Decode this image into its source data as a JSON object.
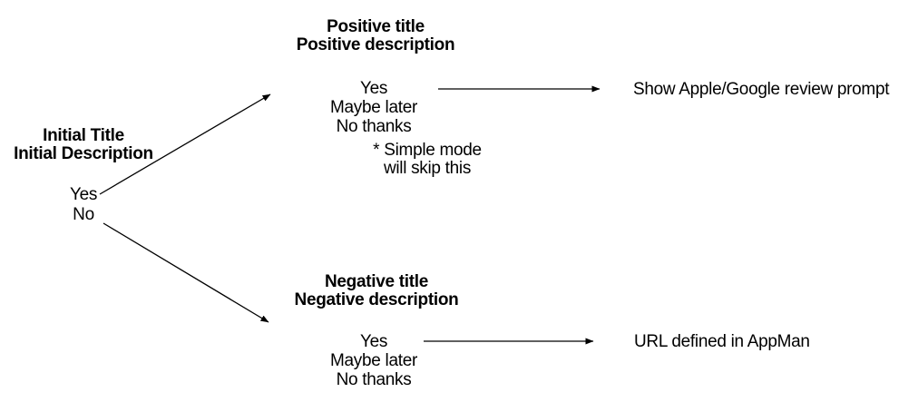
{
  "diagram": {
    "colors": {
      "background": "#ffffff",
      "text": "#000000",
      "arrow": "#000000"
    },
    "nodes": {
      "initial": {
        "title": "Initial Title",
        "description": "Initial Description",
        "options": [
          "Yes",
          "No"
        ]
      },
      "positive": {
        "title": "Positive title",
        "description": "Positive description",
        "options": [
          "Yes",
          "Maybe later",
          "No thanks"
        ],
        "note": {
          "line1": "* Simple mode",
          "line2": "will skip this"
        }
      },
      "negative": {
        "title": "Negative title",
        "description": "Negative description",
        "options": [
          "Yes",
          "Maybe later",
          "No thanks"
        ]
      },
      "outcomes": {
        "positive": "Show Apple/Google review prompt",
        "negative": "URL defined in AppMan"
      }
    },
    "edges": [
      {
        "from": "initial-option-yes",
        "to": "positive-node"
      },
      {
        "from": "initial-option-no",
        "to": "negative-node"
      },
      {
        "from": "positive-option-yes",
        "to": "outcome-positive"
      },
      {
        "from": "negative-option-yes",
        "to": "outcome-negative"
      }
    ]
  }
}
